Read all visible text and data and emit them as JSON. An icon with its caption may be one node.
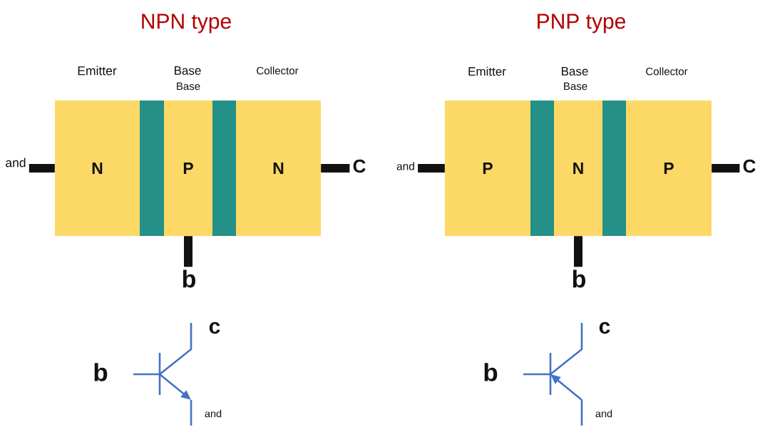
{
  "diagram": {
    "nodes": [
      {
        "text": [
          "and"
        ]
      },
      {
        "text": [
          "Emitter",
          "N"
        ]
      },
      {
        "text": [],
        "shape": "bar"
      },
      {
        "text": [
          "Base",
          "Base",
          "P"
        ]
      },
      {
        "text": [],
        "shape": "bar"
      },
      {
        "text": [
          "Collector",
          "N"
        ]
      },
      {
        "text": [
          "C"
        ]
      },
      {
        "text": [
          "b"
        ]
      },
      {
        "text": [
          "and"
        ]
      },
      {
        "text": [
          "Emitter",
          "P"
        ]
      },
      {
        "text": [],
        "shape": "bar"
      },
      {
        "text": [
          "Base",
          "Base",
          "N"
        ]
      },
      {
        "text": [],
        "shape": "bar"
      },
      {
        "text": [
          "Collector",
          "P"
        ]
      },
      {
        "text": [
          "C"
        ]
      },
      {
        "text": [
          "b"
        ]
      }
    ],
    "edges": [
      {
        "from": 1,
        "to": 0,
        "arrow": "none"
      },
      {
        "from": 5,
        "to": 6,
        "arrow": "none"
      },
      {
        "from": 3,
        "to": 7,
        "arrow": "none"
      },
      {
        "from": 9,
        "to": 8,
        "arrow": "none"
      },
      {
        "from": 13,
        "to": 14,
        "arrow": "none"
      },
      {
        "from": 11,
        "to": 15,
        "arrow": "none"
      }
    ],
    "labels": [
      "NPN type",
      "PNP type",
      "c",
      "c",
      "b",
      "b",
      "and",
      "and"
    ]
  }
}
